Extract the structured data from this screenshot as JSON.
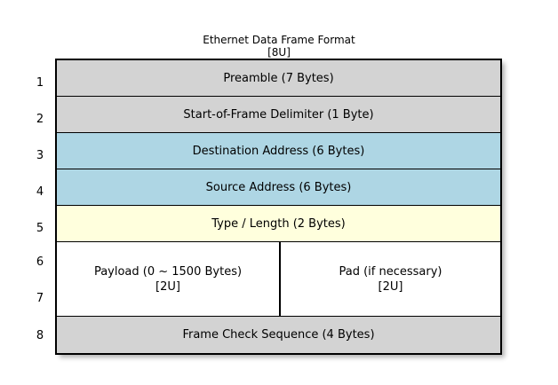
{
  "diagram": {
    "title": "Ethernet Data Frame Format",
    "subtitle": "[8U]",
    "background_color": "#ffffff",
    "border_color": "#000000",
    "colors": {
      "gray": "#d3d3d3",
      "blue": "#aed6e4",
      "yellow": "#ffffdd",
      "white": "#ffffff"
    },
    "row_numbers": [
      "1",
      "2",
      "3",
      "4",
      "5",
      "6",
      "7",
      "8"
    ],
    "rows": [
      {
        "number": "1",
        "label": "Preamble (7 Bytes)",
        "fill": "gray",
        "split": false
      },
      {
        "number": "2",
        "label": "Start-of-Frame Delimiter (1 Byte)",
        "fill": "gray",
        "split": false
      },
      {
        "number": "3",
        "label": "Destination Address (6 Bytes)",
        "fill": "blue",
        "split": false
      },
      {
        "number": "4",
        "label": "Source Address (6 Bytes)",
        "fill": "blue",
        "split": false
      },
      {
        "number": "5",
        "label": "Type / Length (2 Bytes)",
        "fill": "yellow",
        "split": false
      },
      {
        "number": "6-7",
        "fill": "white",
        "split": true,
        "left_label": "Payload (0 ~ 1500 Bytes)\n[2U]",
        "right_label": "Pad (if necessary)\n[2U]"
      },
      {
        "number": "8",
        "label": "Frame Check Sequence (4 Bytes)",
        "fill": "gray",
        "split": false
      }
    ]
  }
}
